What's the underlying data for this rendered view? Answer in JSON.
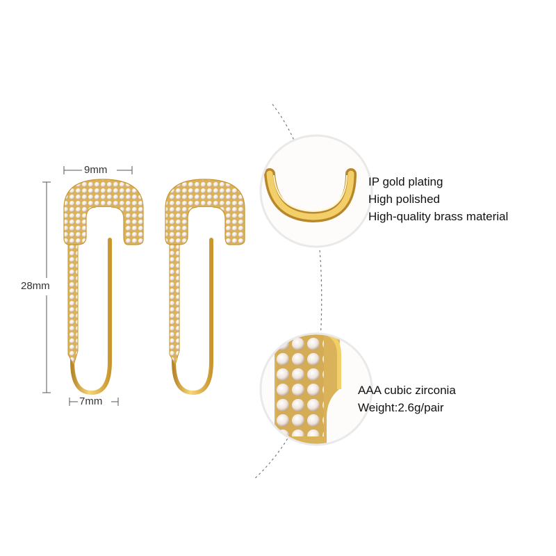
{
  "dimensions": {
    "top_width": "9mm",
    "height": "28mm",
    "bottom_width": "7mm"
  },
  "features_top": [
    "IP gold plating",
    "High polished",
    "High-quality brass material"
  ],
  "features_bottom": [
    "AAA cubic zirconia",
    "Weight:2.6g/pair"
  ],
  "colors": {
    "gold": "#e2b53e",
    "gold_dark": "#b8872a",
    "gold_light": "#f6d77a",
    "stone": "#f3ebe6",
    "dim_line": "#555555"
  }
}
